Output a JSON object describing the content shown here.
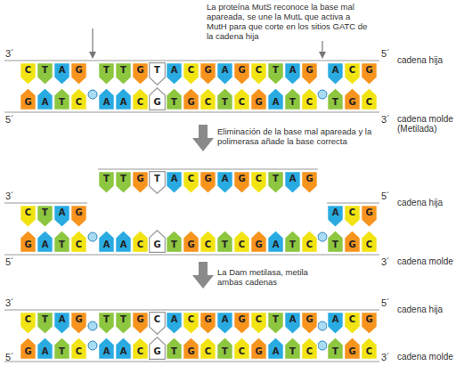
{
  "diagram": {
    "nodes": [
      {
        "text": [
          "C"
        ]
      },
      {
        "text": [
          "T"
        ]
      },
      {
        "text": [
          "A"
        ]
      },
      {
        "text": [
          "G"
        ]
      },
      {
        "text": [
          "T"
        ]
      },
      {
        "text": [
          "T"
        ]
      },
      {
        "text": [
          "G"
        ]
      },
      {
        "text": [
          "T"
        ]
      },
      {
        "text": [
          "A"
        ]
      },
      {
        "text": [
          "C"
        ]
      },
      {
        "text": [
          "G"
        ]
      },
      {
        "text": [
          "A"
        ]
      },
      {
        "text": [
          "G"
        ]
      },
      {
        "text": [
          "C"
        ]
      },
      {
        "text": [
          "T"
        ]
      },
      {
        "text": [
          "A"
        ]
      },
      {
        "text": [
          "G"
        ]
      },
      {
        "text": [
          "A"
        ]
      },
      {
        "text": [
          "C"
        ]
      },
      {
        "text": [
          "G"
        ]
      },
      {
        "text": [
          "G"
        ]
      },
      {
        "text": [
          "A"
        ]
      },
      {
        "text": [
          "T"
        ]
      },
      {
        "text": [
          "C"
        ]
      },
      {
        "text": [
          "A"
        ]
      },
      {
        "text": [
          "A"
        ]
      },
      {
        "text": [
          "C"
        ]
      },
      {
        "text": [
          "G"
        ]
      },
      {
        "text": [
          "T"
        ]
      },
      {
        "text": [
          "G"
        ]
      },
      {
        "text": [
          "C"
        ]
      },
      {
        "text": [
          "T"
        ]
      },
      {
        "text": [
          "C"
        ]
      },
      {
        "text": [
          "G"
        ]
      },
      {
        "text": [
          "A"
        ]
      },
      {
        "text": [
          "T"
        ]
      },
      {
        "text": [
          "C"
        ]
      },
      {
        "text": [
          "T"
        ]
      },
      {
        "text": [
          "G"
        ]
      },
      {
        "text": [
          "C"
        ]
      },
      {
        "text": [
          "C"
        ]
      },
      {
        "text": [
          "T"
        ]
      },
      {
        "text": [
          "A"
        ]
      },
      {
        "text": [
          "G"
        ]
      },
      {
        "text": [
          "T"
        ]
      },
      {
        "text": [
          "T"
        ]
      },
      {
        "text": [
          "G"
        ]
      },
      {
        "text": [
          "T"
        ]
      },
      {
        "text": [
          "A"
        ]
      },
      {
        "text": [
          "C"
        ]
      },
      {
        "text": [
          "G"
        ]
      },
      {
        "text": [
          "A"
        ]
      },
      {
        "text": [
          "G"
        ]
      },
      {
        "text": [
          "C"
        ]
      },
      {
        "text": [
          "T"
        ]
      },
      {
        "text": [
          "A"
        ]
      },
      {
        "text": [
          "G"
        ]
      },
      {
        "text": [
          "A"
        ]
      },
      {
        "text": [
          "C"
        ]
      },
      {
        "text": [
          "G"
        ]
      },
      {
        "text": [
          "G"
        ]
      },
      {
        "text": [
          "A"
        ]
      },
      {
        "text": [
          "T"
        ]
      },
      {
        "text": [
          "C"
        ]
      },
      {
        "text": [
          "A"
        ]
      },
      {
        "text": [
          "A"
        ]
      },
      {
        "text": [
          "C"
        ]
      },
      {
        "text": [
          "G"
        ]
      },
      {
        "text": [
          "T"
        ]
      },
      {
        "text": [
          "G"
        ]
      },
      {
        "text": [
          "C"
        ]
      },
      {
        "text": [
          "T"
        ]
      },
      {
        "text": [
          "C"
        ]
      },
      {
        "text": [
          "G"
        ]
      },
      {
        "text": [
          "A"
        ]
      },
      {
        "text": [
          "T"
        ]
      },
      {
        "text": [
          "C"
        ]
      },
      {
        "text": [
          "T"
        ]
      },
      {
        "text": [
          "G"
        ]
      },
      {
        "text": [
          "C"
        ]
      },
      {
        "text": [
          "C"
        ]
      },
      {
        "text": [
          "T"
        ]
      },
      {
        "text": [
          "A"
        ]
      },
      {
        "text": [
          "G"
        ]
      },
      {
        "text": [
          "T"
        ]
      },
      {
        "text": [
          "T"
        ]
      },
      {
        "text": [
          "G"
        ]
      },
      {
        "text": [
          "C"
        ]
      },
      {
        "text": [
          "A"
        ]
      },
      {
        "text": [
          "C"
        ]
      },
      {
        "text": [
          "G"
        ]
      },
      {
        "text": [
          "A"
        ]
      },
      {
        "text": [
          "G"
        ]
      },
      {
        "text": [
          "C"
        ]
      },
      {
        "text": [
          "T"
        ]
      },
      {
        "text": [
          "A"
        ]
      },
      {
        "text": [
          "G"
        ]
      },
      {
        "text": [
          "A"
        ]
      },
      {
        "text": [
          "C"
        ]
      },
      {
        "text": [
          "G"
        ]
      },
      {
        "text": [
          "G"
        ]
      },
      {
        "text": [
          "A"
        ]
      },
      {
        "text": [
          "T"
        ]
      },
      {
        "text": [
          "C"
        ]
      },
      {
        "text": [
          "A"
        ]
      },
      {
        "text": [
          "A"
        ]
      },
      {
        "text": [
          "C"
        ]
      },
      {
        "text": [
          "G"
        ]
      },
      {
        "text": [
          "T"
        ]
      },
      {
        "text": [
          "G"
        ]
      },
      {
        "text": [
          "C"
        ]
      },
      {
        "text": [
          "T"
        ]
      },
      {
        "text": [
          "C"
        ]
      },
      {
        "text": [
          "G"
        ]
      },
      {
        "text": [
          "A"
        ]
      },
      {
        "text": [
          "T"
        ]
      },
      {
        "text": [
          "C"
        ]
      },
      {
        "text": [
          "T"
        ]
      },
      {
        "text": [
          "G"
        ]
      },
      {
        "text": [
          "C"
        ]
      }
    ],
    "labels": [
      "La proteína MutS reconoce la base mal apareada, se une la MutL que activa a MutH para que corte en los sitios GATC de la cadena hija",
      "3´",
      "5´",
      "cadena hija",
      "5´",
      "3´",
      "cadena molde (Metilada)",
      "Eliminación de la base mal apareada y la polimerasa añade la base correcta",
      "3´",
      "5´",
      "cadena hija",
      "5´",
      "3´",
      "cadena molde",
      "La Dam metilasa, metila ambas cadenas",
      "3´",
      "5´",
      "cadena hija",
      "5´",
      "3´",
      "cadena molde"
    ]
  }
}
